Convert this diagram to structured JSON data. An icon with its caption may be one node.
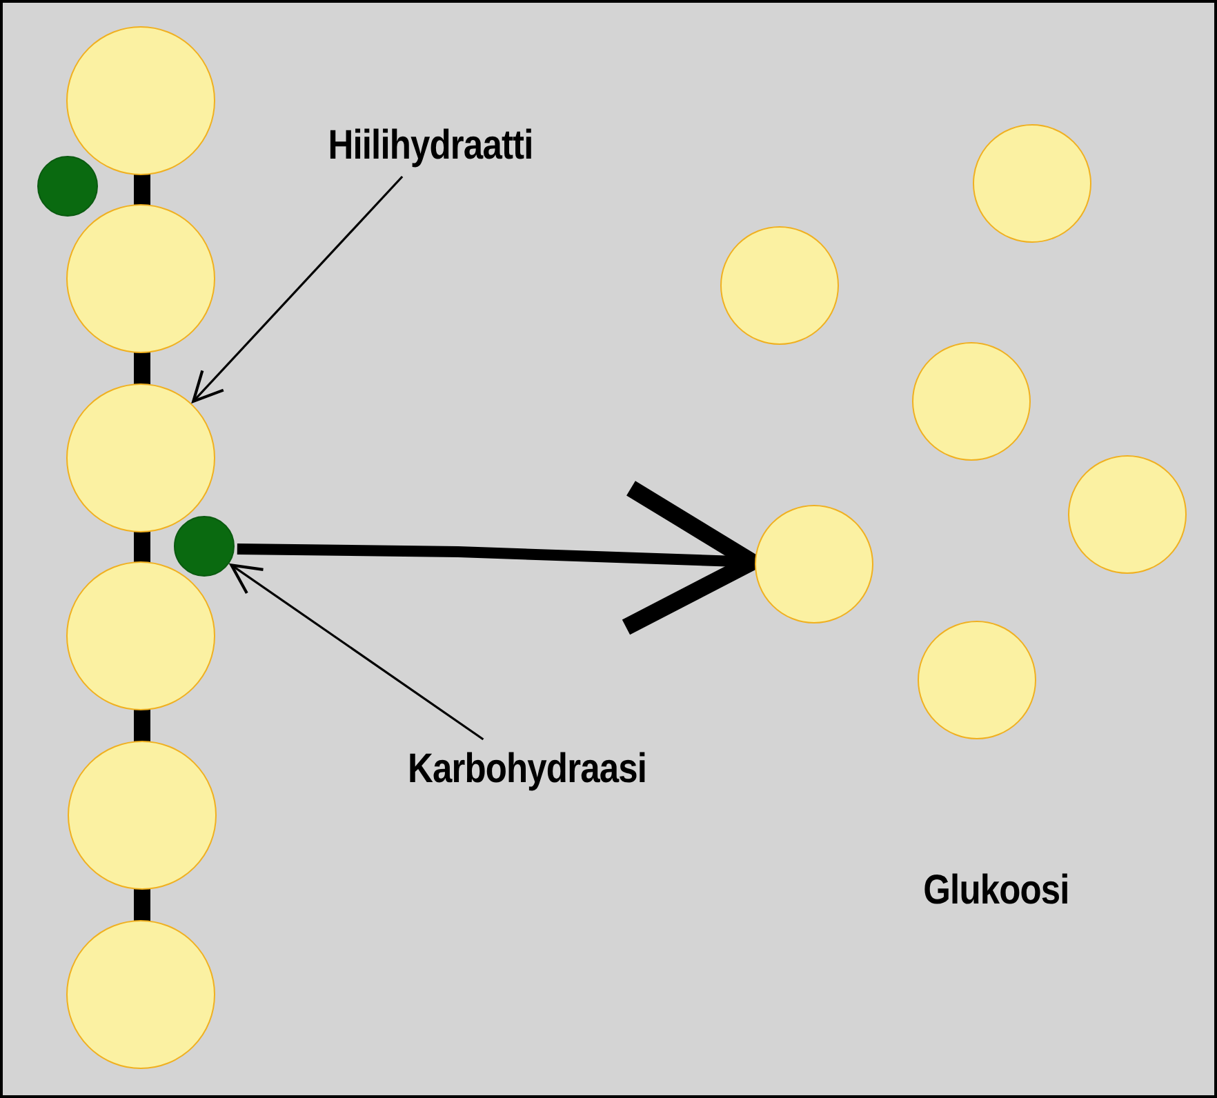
{
  "diagram": {
    "nodes": [
      {
        "text": [
          "Hiilihydraatti"
        ]
      },
      {
        "text": [],
        "shape": "circle"
      },
      {
        "text": [],
        "shape": "circle"
      },
      {
        "text": [],
        "shape": "circle"
      },
      {
        "text": [],
        "shape": "circle"
      },
      {
        "text": [],
        "shape": "circle"
      },
      {
        "text": [],
        "shape": "circle"
      },
      {
        "text": [],
        "shape": "circle"
      },
      {
        "text": [],
        "shape": "circle"
      },
      {
        "text": [
          "Karbohydraasi"
        ]
      },
      {
        "text": [],
        "shape": "circle"
      },
      {
        "text": [],
        "shape": "circle"
      },
      {
        "text": [],
        "shape": "circle"
      },
      {
        "text": [],
        "shape": "circle"
      },
      {
        "text": [],
        "shape": "circle"
      },
      {
        "text": [],
        "shape": "circle"
      }
    ],
    "edges": [
      {
        "from": 0,
        "to": 3,
        "arrow": "to"
      },
      {
        "from": 9,
        "to": 8,
        "arrow": "to"
      },
      {
        "from": 8,
        "to": 14,
        "arrow": "to",
        "style": "thick"
      }
    ],
    "labels": [
      "Glukoosi"
    ]
  }
}
